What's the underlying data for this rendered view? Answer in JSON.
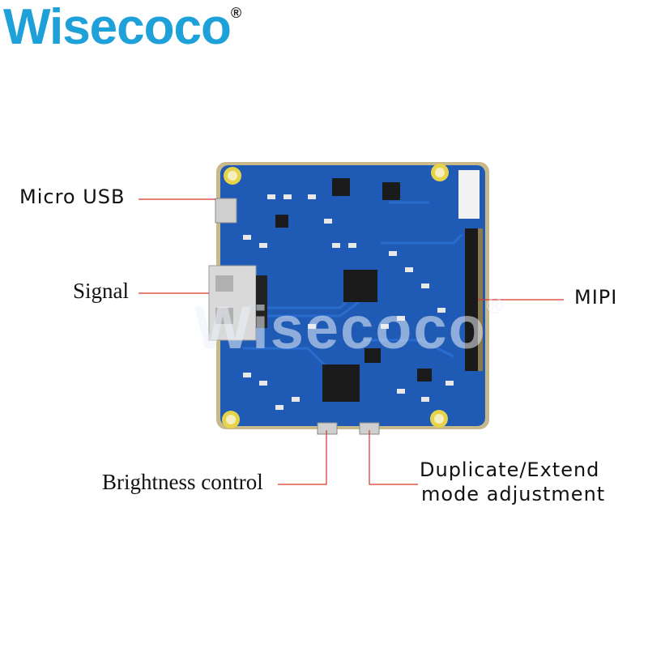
{
  "brand": {
    "logo_text": "Wisecoco",
    "registered_mark": "®"
  },
  "watermark": {
    "text": "Wisecoco",
    "registered_mark": "®"
  },
  "labels": {
    "micro_usb": "Micro USB",
    "signal": "Signal",
    "mipi": "MIPI",
    "brightness": "Brightness control",
    "mode_line1": "Duplicate/Extend",
    "mode_line2": "mode adjustment"
  },
  "colors": {
    "pcb": "#1f5bb5",
    "logo": "#1ea0d8",
    "leader_line": "#d9342b",
    "mount_hole": "#e6d34a"
  }
}
